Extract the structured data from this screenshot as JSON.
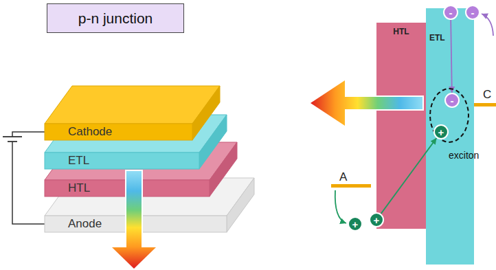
{
  "diagram": {
    "nodes": [
      {
        "text": [
          "p-n junction"
        ]
      },
      {
        "text": [
          "Cathode"
        ]
      },
      {
        "text": [
          "ETL"
        ]
      },
      {
        "text": [
          "HTL"
        ]
      },
      {
        "text": [
          "Anode"
        ]
      },
      {
        "text": [
          "HTL"
        ]
      },
      {
        "text": [
          "ETL"
        ]
      },
      {
        "text": [
          "exciton"
        ]
      },
      {
        "text": [
          "-"
        ],
        "in": 7
      },
      {
        "text": [
          "+"
        ],
        "in": 7
      },
      {
        "text": [
          "-"
        ]
      },
      {
        "text": [
          "-"
        ]
      },
      {
        "text": [
          "+"
        ]
      },
      {
        "text": [
          "+"
        ]
      }
    ],
    "edges": [
      {
        "from": 13,
        "to": 9,
        "arrow": "to"
      },
      {
        "from": 10,
        "to": 8,
        "arrow": "to"
      }
    ],
    "labels": [
      "A",
      "C"
    ]
  }
}
